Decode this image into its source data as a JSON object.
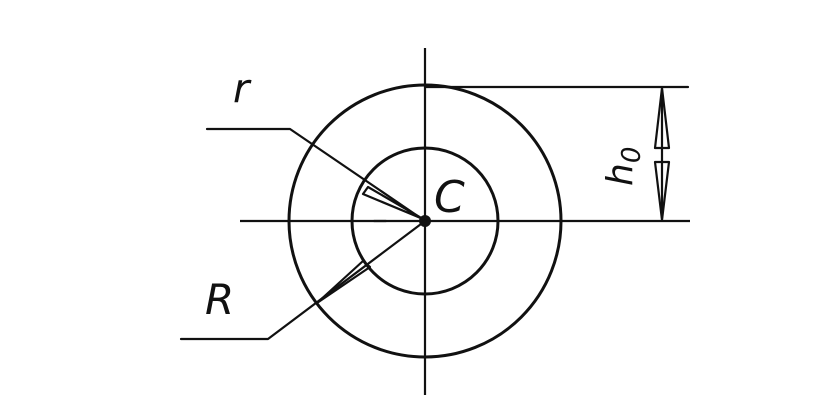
{
  "labels": {
    "inner_radius": "r",
    "outer_radius": "R",
    "center": "C",
    "height": "h",
    "height_subscript": "0"
  },
  "colors": {
    "ink": "#111111",
    "background": "#ffffff"
  }
}
